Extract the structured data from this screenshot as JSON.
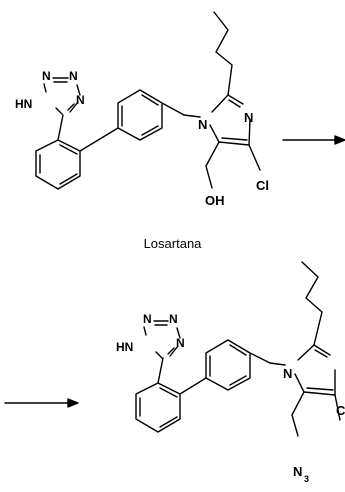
{
  "caption": "Losartana",
  "atoms": {
    "n": "N",
    "hn": "HN",
    "cl": "Cl",
    "oh": "OH",
    "c": "C",
    "n3_main": "N",
    "n3_sub": "3"
  }
}
